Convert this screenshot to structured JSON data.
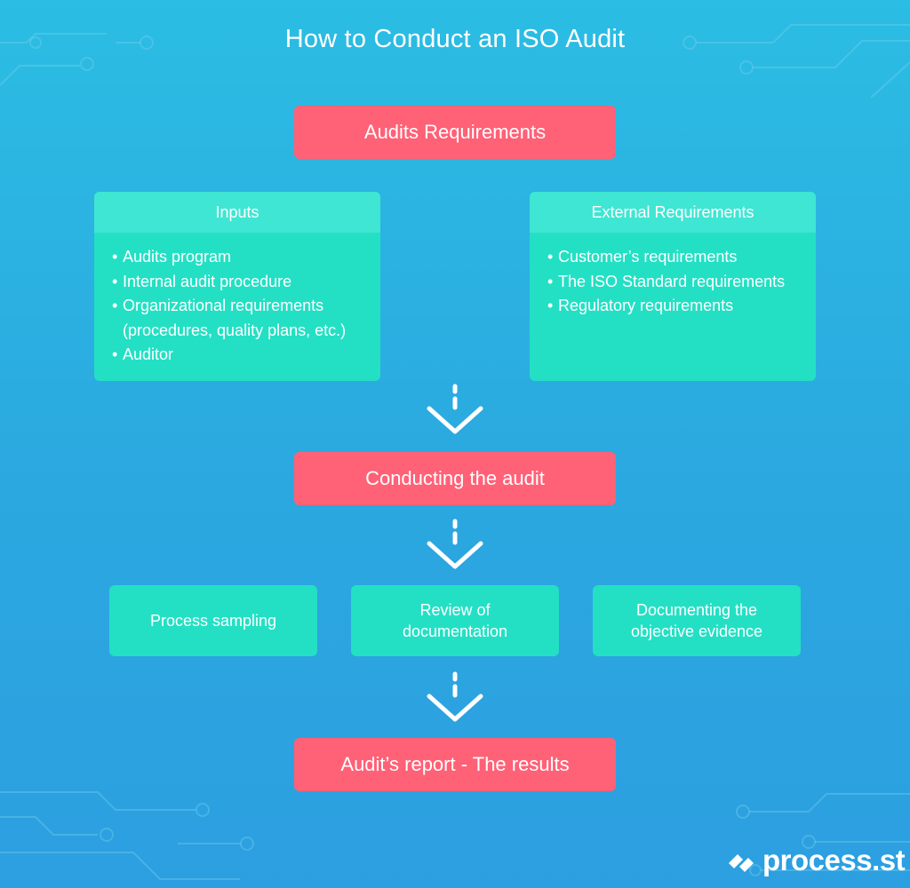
{
  "title": "How to Conduct an ISO Audit",
  "stages": {
    "requirements": "Audits Requirements",
    "conducting": "Conducting the audit",
    "report": "Audit’s report - The results"
  },
  "inputs": {
    "heading": "Inputs",
    "items": [
      "Audits program",
      "Internal audit procedure",
      "Organizational requirements (procedures, quality plans, etc.)",
      "Auditor"
    ]
  },
  "external": {
    "heading": "External Requirements",
    "items": [
      "Customer’s requirements",
      "The ISO Standard requirements",
      "Regulatory requirements"
    ]
  },
  "steps": [
    "Process sampling",
    "Review of documentation",
    "Documenting the objective evidence"
  ],
  "brand": {
    "name": "process.st",
    "icon": "process-st-logo-icon"
  },
  "colors": {
    "background_top": "#2bbde3",
    "background_bottom": "#2c9fe0",
    "stage_box": "#ff6176",
    "panel_body": "#23e0c4",
    "panel_header": "#3fe6d3",
    "text": "#ffffff"
  }
}
